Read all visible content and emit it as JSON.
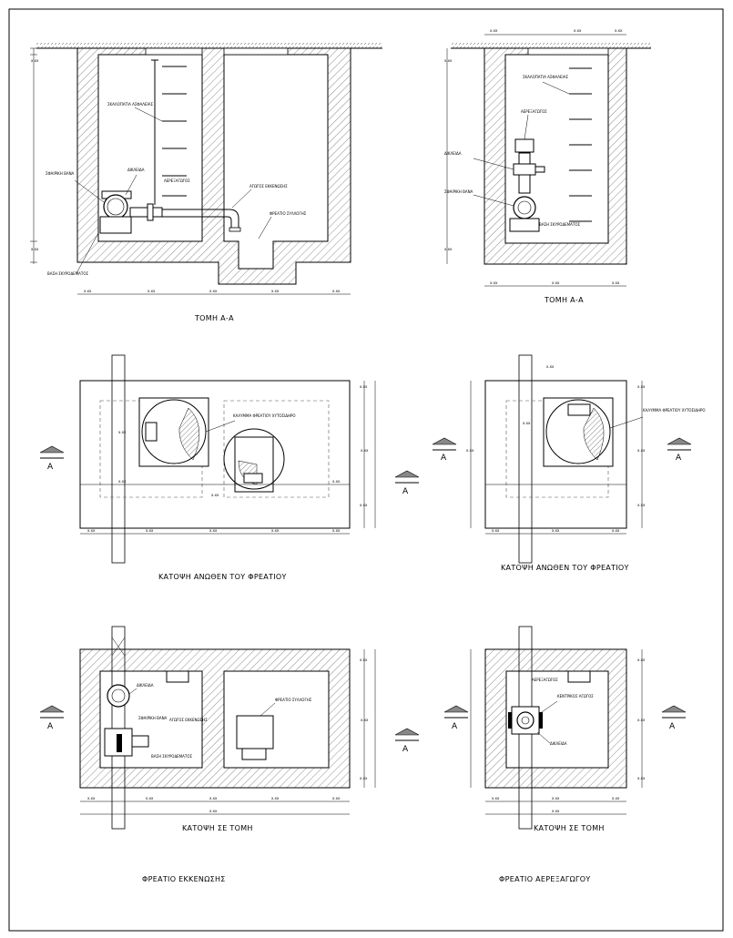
{
  "sheet": {
    "views": {
      "section_drain": "ΤΟΜΗ Α-Α",
      "section_air": "ΤΟΜΗ Α-Α",
      "plan_top_drain": "ΚΑΤΟΨΗ ΑΝΩΘΕΝ ΤΟΥ ΦΡΕΑΤΙΟΥ",
      "plan_top_air": "ΚΑΤΟΨΗ ΑΝΩΘΕΝ ΤΟΥ ΦΡΕΑΤΙΟΥ",
      "plan_section_drain": "ΚΑΤΟΨΗ ΣΕ ΤΟΜΗ",
      "plan_section_air": "ΚΑΤΟΨΗ ΣΕ ΤΟΜΗ"
    },
    "titles": {
      "drain_chamber": "ΦΡΕΑΤΙΟ ΕΚΚΕΝΩΣΗΣ",
      "air_chamber": "ΦΡΕΑΤΙΟ ΑΕΡΕΞΑΓΩΓΟΥ"
    },
    "section_marker": "A",
    "dimension_label": "x.xx",
    "labels": {
      "safety_ladder": "ΣΚΑΛΟΠΑΤΙΑ ΑΣΦΑΛΕΙΑΣ",
      "gate_valve": "ΔΙΚΛΕΙΔΑ",
      "ball_valve": "ΣΦΑΙΡΙΚΗ ΒΑΝΑ",
      "drain_pipe": "ΑΓΩΓΟΣ ΕΚΚΕΝΩΣΗΣ",
      "sump": "ΦΡΕΑΤΙΟ ΣΥΛΛΟΓΗΣ",
      "concrete_base": "ΒΑΣΗ ΣΚΥΡΟΔΕΜΑΤΟΣ",
      "air_valve": "ΑΕΡΕΞΑΓΩΓΟΣ",
      "cover_drain": "ΚΑΛΥΜΜΑ ΦΡΕΑΤΙΟΥ ΧΥΤΟΣΙΔΗΡΟ",
      "cover_air": "ΚΑΛΥΜΜΑ ΦΡΕΑΤΙΟΥ ΧΥΤΟΣΙΔΗΡΟ",
      "main_pipe": "ΚΕΝΤΡΙΚΟΣ ΑΓΩΓΟΣ"
    }
  }
}
